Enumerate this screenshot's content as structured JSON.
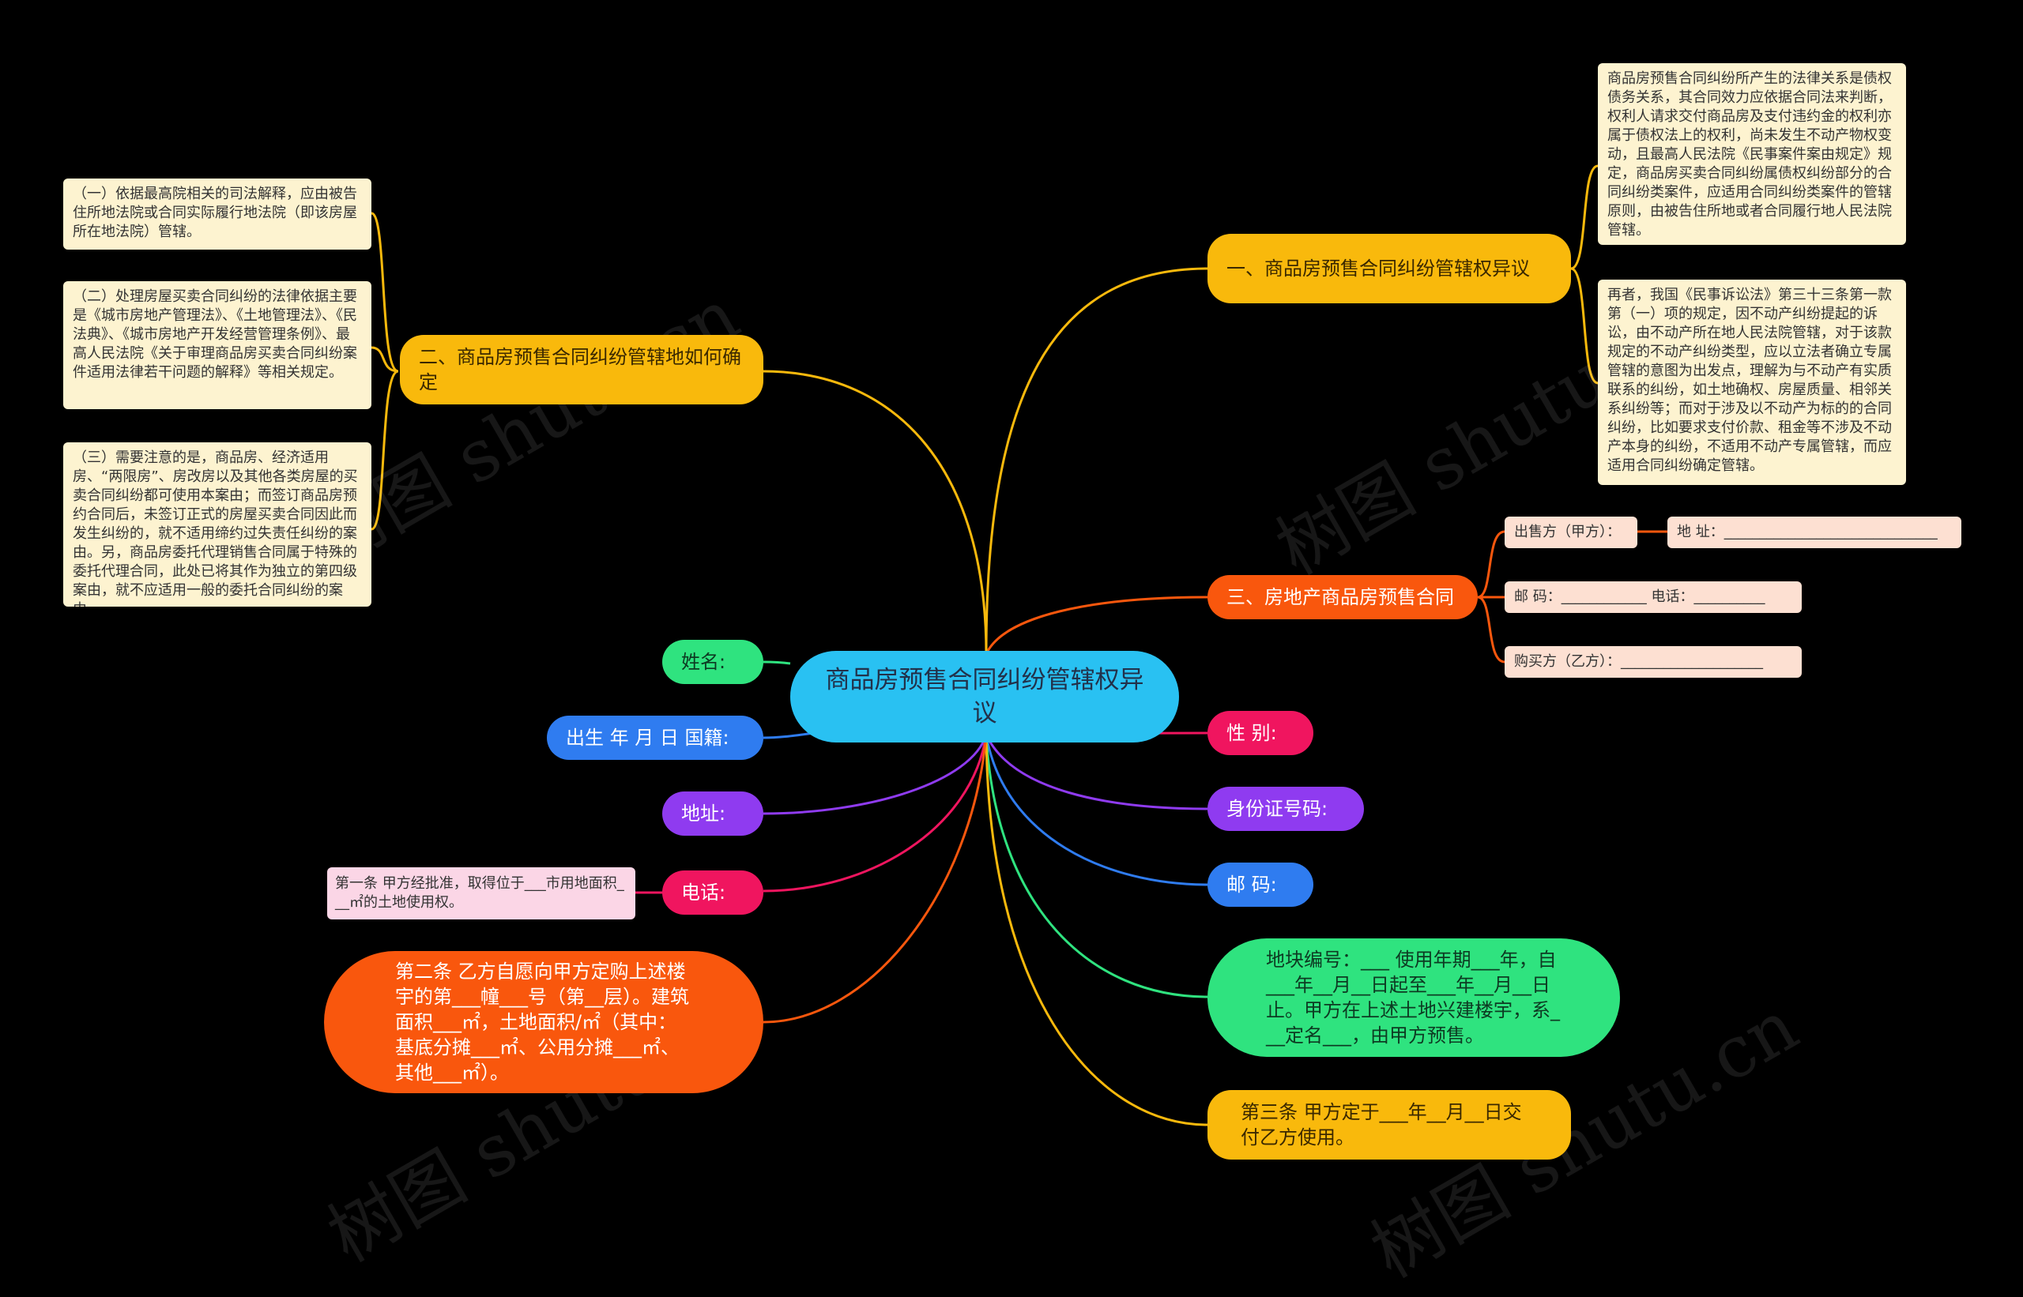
{
  "root": {
    "title": "商品房预售合同纠纷管辖权异议"
  },
  "branches": {
    "b1": {
      "label": "一、商品房预售合同纠纷管辖权异议",
      "notes": [
        "商品房预售合同纠纷所产生的法律关系是债权债务关系，其合同效力应依据合同法来判断，权利人请求交付商品房及支付违约金的权利亦属于债权法上的权利，尚未发生不动产物权变动，且最高人民法院《民事案件案由规定》规定，商品房买卖合同纠纷属债权纠纷部分的合同纠纷类案件，应适用合同纠纷类案件的管辖原则，由被告住所地或者合同履行地人民法院管辖。",
        "再者，我国《民事诉讼法》第三十三条第一款第（一）项的规定，因不动产纠纷提起的诉讼，由不动产所在地人民法院管辖，对于该款规定的不动产纠纷类型，应以立法者确立专属管辖的意图为出发点，理解为与不动产有实质联系的纠纷，如土地确权、房屋质量、相邻关系纠纷等；而对于涉及以不动产为标的的合同纠纷，比如要求支付价款、租金等不涉及不动产本身的纠纷，不适用不动产专属管辖，而应适用合同纠纷确定管辖。"
      ]
    },
    "b2": {
      "label": "二、商品房预售合同纠纷管辖地如何确定",
      "notes": [
        "（一）依据最高院相关的司法解释，应由被告住所地法院或合同实际履行地法院（即该房屋所在地法院）管辖。",
        "（二）处理房屋买卖合同纠纷的法律依据主要是《城市房地产管理法》、《土地管理法》、《民法典》、《城市房地产开发经营管理条例》、最高人民法院《关于审理商品房买卖合同纠纷案件适用法律若干问题的解释》等相关规定。",
        "（三）需要注意的是，商品房、经济适用房、“两限房”、房改房以及其他各类房屋的买卖合同纠纷都可使用本案由；而签订商品房预约合同后，未签订正式的房屋买卖合同因此而发生纠纷的，就不适用缔约过失责任纠纷的案由。另，商品房委托代理销售合同属于特殊的委托代理合同，此处已将其作为独立的第四级案由，就不应适用一般的委托合同纠纷的案由。"
      ]
    },
    "b3": {
      "label": "三、房地产商品房预售合同",
      "seller": "出售方（甲方）：",
      "address": "地 址：______________________________",
      "contact": "邮 码：____________ 电话：__________",
      "buyer": "购买方（乙方）：____________________"
    },
    "name": "姓名:",
    "birth": "出生 年 月 日 国籍:",
    "addr": "地址:",
    "phone": "电话:",
    "phone_note": "第一条 甲方经批准，取得位于___市用地面积___㎡的土地使用权。",
    "article2": "第二条 乙方自愿向甲方定购上述楼宇的第___幢___号（第__层）。建筑面积___㎡，土地面积/㎡（其中：基底分摊___㎡、公用分摊___㎡、其他___㎡）。",
    "gender": "性 别:",
    "idno": "身份证号码:",
    "postcode": "邮 码:",
    "land": "地块编号：___ 使用年期___年，自___年__月__日起至___年__月__日止。甲方在上述土地兴建楼宇，系___定名___，由甲方预售。",
    "article3": "第三条 甲方定于___年__月__日交付乙方使用。"
  },
  "watermark": "树图 shutu.cn",
  "colors": {
    "background": "#000000",
    "root": "#29c1f2",
    "yellow": "#f9b90c",
    "orange": "#f9570d",
    "green": "#2fe37f",
    "pink": "#f0155f",
    "blue": "#2f7cf0",
    "purple": "#8f3bf0",
    "note": "#fdf3d0"
  }
}
